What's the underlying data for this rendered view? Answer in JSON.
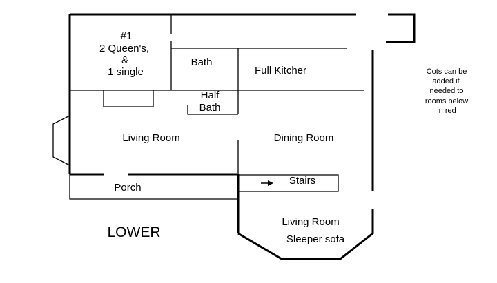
{
  "rooms": {
    "bedroom_number": "#1",
    "bedroom_line1": "2 Queen's,",
    "bedroom_line2": "&",
    "bedroom_line3": "1 single",
    "bath": "Bath",
    "kitchen": "Full Kitcher",
    "half_bath_line1": "Half",
    "half_bath_line2": "Bath",
    "living_room": "Living Room",
    "dining_room": "Dining Room",
    "porch": "Porch",
    "stairs": "Stairs",
    "lower_living_room": "Living Room",
    "sleeper_sofa": "Sleeper sofa"
  },
  "floor_label": "LOWER",
  "note": {
    "line1": "Cots can be",
    "line2": "added if",
    "line3": "needed to",
    "line4": "rooms below",
    "line5": "in red"
  }
}
